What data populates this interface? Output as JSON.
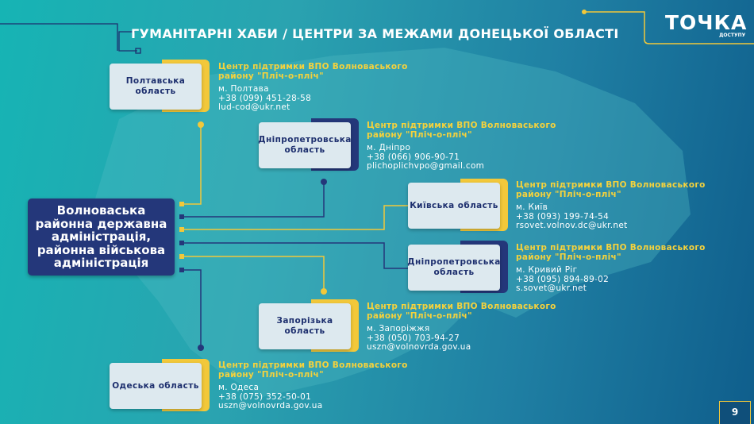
{
  "title": "ГУМАНІТАРНІ ХАБИ / ЦЕНТРИ ЗА МЕЖАМИ ДОНЕЦЬКОЇ ОБЛАСТІ",
  "logo": {
    "main": "ТОЧКА",
    "sub": "ДОСТУПУ"
  },
  "main_box": "Волноваська районна державна адміністрація, районна військова адміністрація",
  "page_number": "9",
  "colors": {
    "yellow": "#f2c83a",
    "navy": "#24377a"
  },
  "hubs": [
    {
      "region": "Полтавська область",
      "center": "Центр підтримки ВПО Волноваського району \"Пліч-о-пліч\"",
      "city": "м. Полтава",
      "phone": "+38 (099) 451-28-58",
      "email": "lud-cod@ukr.net"
    },
    {
      "region": "Дніпропетровська область",
      "center": "Центр підтримки ВПО Волноваського району \"Пліч-о-пліч\"",
      "city": "м. Дніпро",
      "phone": "+38 (066) 906-90-71",
      "email": "plichoplichvpo@gmail.com"
    },
    {
      "region": "Київська область",
      "center": "Центр підтримки ВПО Волноваського району \"Пліч-о-пліч\"",
      "city": "м. Київ",
      "phone": "+38 (093) 199-74-54",
      "email": "rsovet.volnov.dc@ukr.net"
    },
    {
      "region": "Дніпропетровська область",
      "center": "Центр підтримки ВПО Волноваського району \"Пліч-о-пліч\"",
      "city": "м. Кривий Ріг",
      "phone": "+38 (095) 894-89-02",
      "email": "s.sovet@ukr.net"
    },
    {
      "region": "Запорізька область",
      "center": "Центр підтримки ВПО Волноваського району \"Пліч-о-пліч\"",
      "city": "м. Запоріжжя",
      "phone": "+38 (050) 703-94-27",
      "email": "uszn@volnovrda.gov.ua"
    },
    {
      "region": "Одеська область",
      "center": "Центр підтримки ВПО Волноваського району \"Пліч-о-пліч\"",
      "city": "м. Одеса",
      "phone": "+38 (075) 352-50-01",
      "email": "uszn@volnovrda.gov.ua"
    }
  ]
}
